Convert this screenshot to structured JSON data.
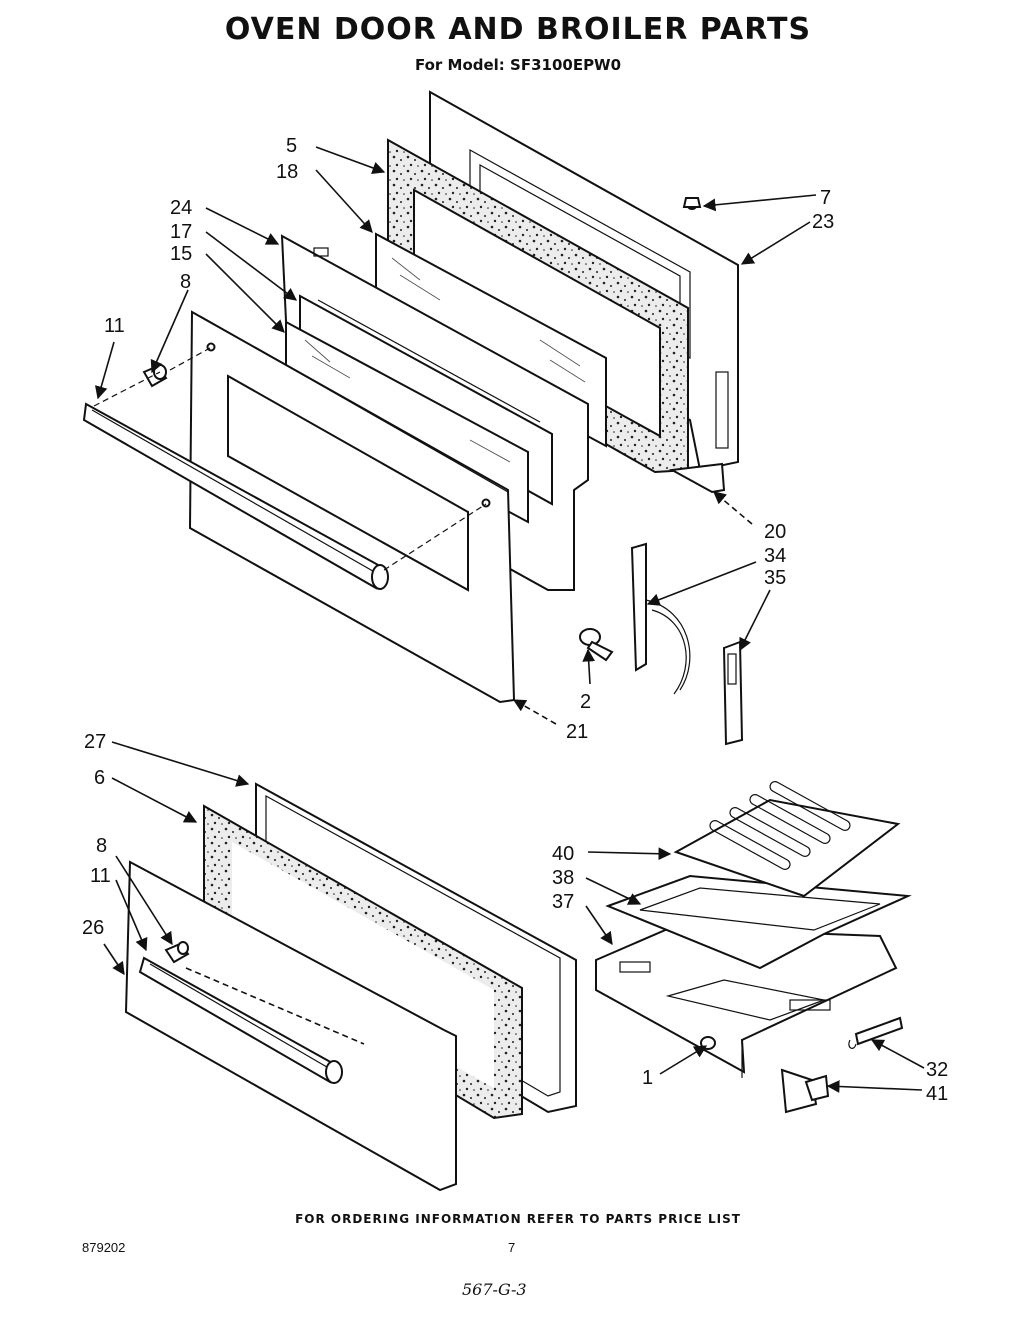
{
  "header": {
    "title": "OVEN DOOR AND BROILER PARTS",
    "model_line": "For Model: SF3100EPW0"
  },
  "callouts": {
    "c1": "1",
    "c2": "2",
    "c5": "5",
    "c6": "6",
    "c7": "7",
    "c8a": "8",
    "c8b": "8",
    "c11a": "11",
    "c11b": "11",
    "c15": "15",
    "c17": "17",
    "c18": "18",
    "c20": "20",
    "c21": "21",
    "c23": "23",
    "c24": "24",
    "c26": "26",
    "c27": "27",
    "c32": "32",
    "c34": "34",
    "c35": "35",
    "c37": "37",
    "c38": "38",
    "c40": "40",
    "c41": "41"
  },
  "footer": {
    "ordering_note": "FOR ORDERING INFORMATION REFER TO PARTS PRICE LIST",
    "doc_number": "879202",
    "page_number": "7",
    "handwritten_note": "567-G-3"
  }
}
